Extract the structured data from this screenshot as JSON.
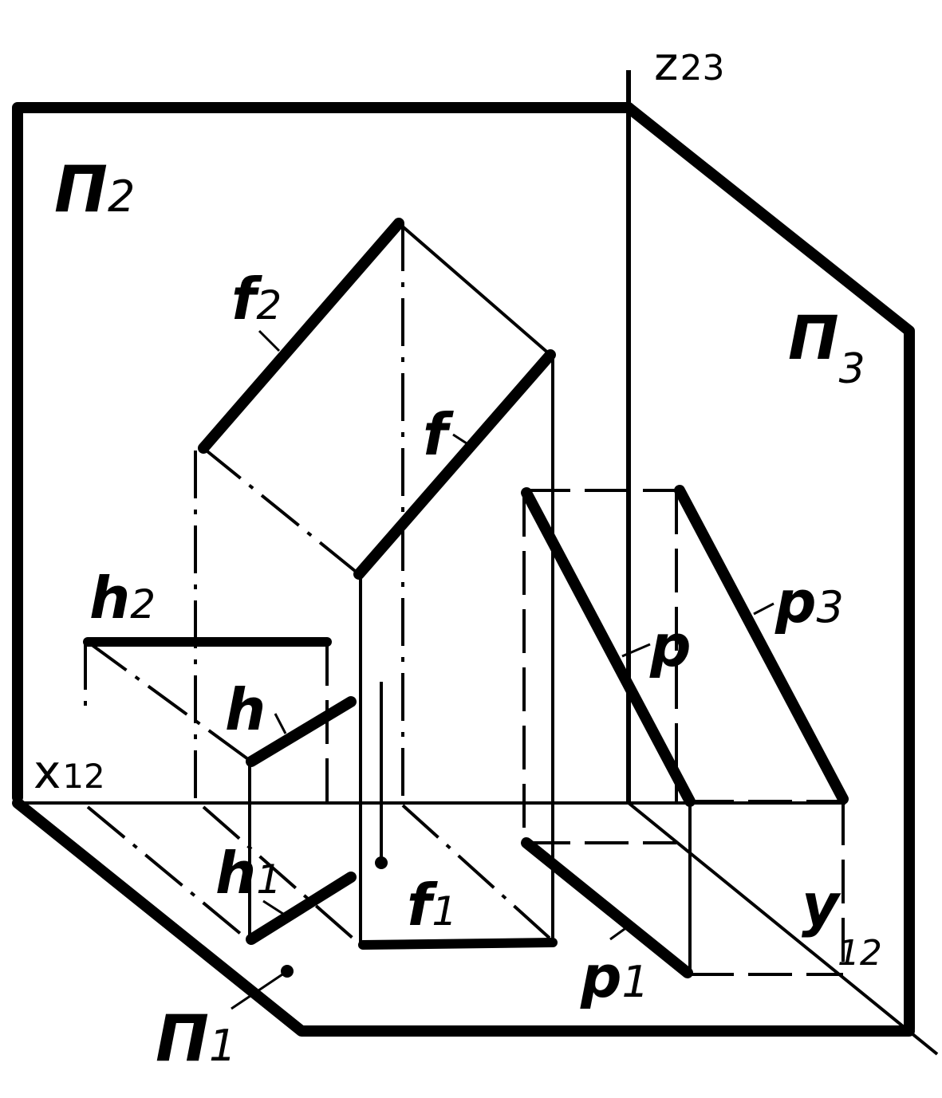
{
  "labels": {
    "z23_main": "z",
    "z23_sub": "23",
    "pi2_main": "П",
    "pi2_sub": "2",
    "pi3_main": "П",
    "pi3_sub": "3",
    "pi1_main": "П",
    "pi1_sub": "1",
    "f2_main": "f",
    "f2_sub": "2",
    "f_main": "f",
    "f1_main": "f",
    "f1_sub": "1",
    "h2_main": "h",
    "h2_sub": "2",
    "h_main": "h",
    "h1_main": "h",
    "h1_sub": "1",
    "x12_main": "x",
    "x12_sub": "12",
    "y12_main": "y",
    "y12_sub": "12",
    "p_main": "p",
    "p3_main": "p",
    "p3_sub": "3",
    "p1_main": "p",
    "p1_sub": "1"
  }
}
